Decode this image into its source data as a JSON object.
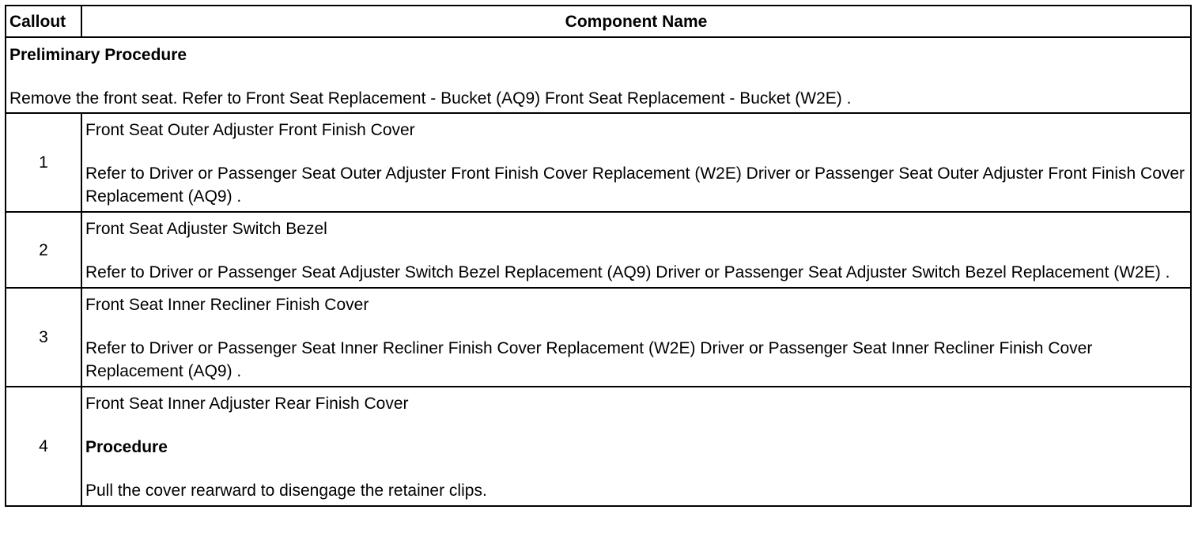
{
  "headers": {
    "callout": "Callout",
    "component": "Component Name"
  },
  "preliminary": {
    "title": "Preliminary Procedure",
    "text": "Remove the front seat. Refer to Front Seat Replacement - Bucket (AQ9) Front Seat Replacement - Bucket (W2E) ."
  },
  "rows": [
    {
      "callout": "1",
      "name": "Front Seat Outer Adjuster Front Finish Cover",
      "ref": "Refer to Driver or Passenger Seat Outer Adjuster Front Finish Cover Replacement (W2E) Driver or Passenger Seat Outer Adjuster Front Finish Cover Replacement (AQ9) ."
    },
    {
      "callout": "2",
      "name": "Front Seat Adjuster Switch Bezel",
      "ref": "Refer to Driver or Passenger Seat Adjuster Switch Bezel Replacement (AQ9) Driver or Passenger Seat Adjuster Switch Bezel Replacement (W2E) ."
    },
    {
      "callout": "3",
      "name": "Front Seat Inner Recliner Finish Cover",
      "ref": "Refer to Driver or Passenger Seat Inner Recliner Finish Cover Replacement (W2E) Driver or Passenger Seat Inner Recliner Finish Cover Replacement (AQ9) ."
    },
    {
      "callout": "4",
      "name": "Front Seat Inner Adjuster Rear Finish Cover",
      "procedure_title": "Procedure",
      "procedure_text": "Pull the cover rearward to disengage the retainer clips."
    }
  ]
}
